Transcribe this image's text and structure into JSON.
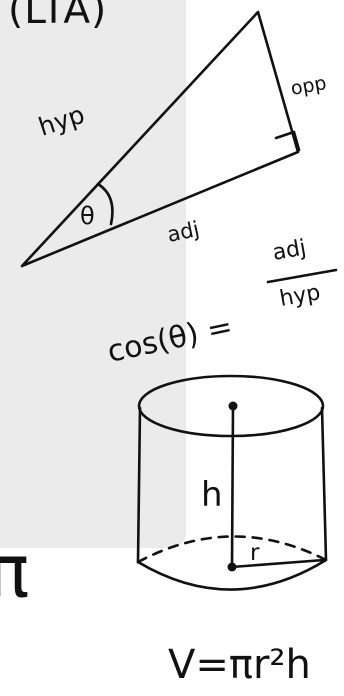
{
  "page": {
    "heading": "(LTA)"
  },
  "triangle": {
    "hyp_label": "hyp",
    "opp_label": "opp",
    "adj_label": "adj",
    "angle_label": "θ"
  },
  "cosine_formula": {
    "lhs": "cos(θ) =",
    "numerator": "adj",
    "denominator": "hyp"
  },
  "cylinder": {
    "height_label": "h",
    "radius_label": "r",
    "volume_formula": "V=πr²h"
  },
  "partial_glyph": {
    "text": "π"
  },
  "colors": {
    "ink": "#111111",
    "shade": "#ebebeb",
    "background": "#ffffff"
  }
}
